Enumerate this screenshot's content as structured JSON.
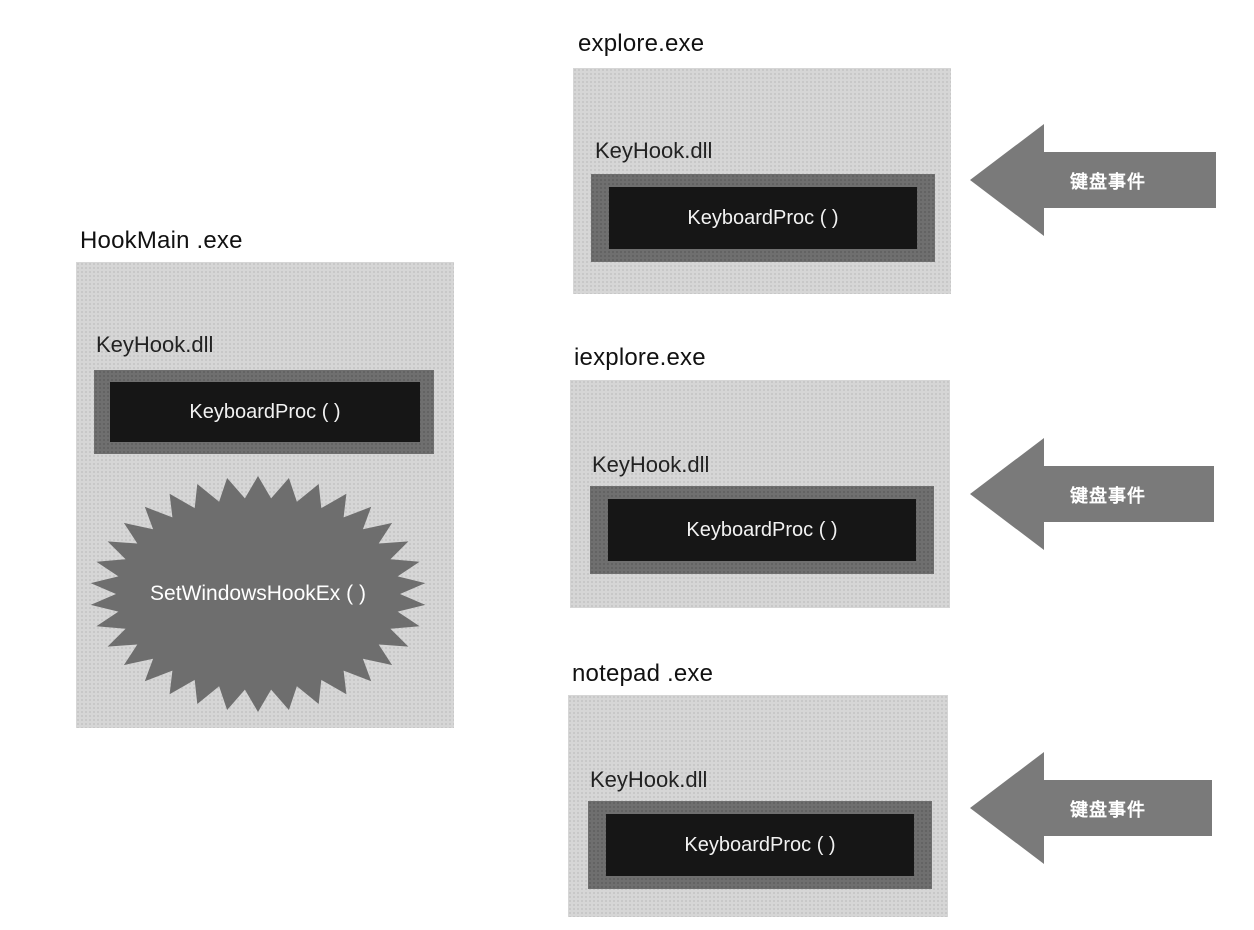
{
  "hook_main": {
    "label": "HookMain .exe",
    "dll_label": "KeyHook.dll",
    "func_label": "KeyboardProc ( )",
    "hook_call_label": "SetWindowsHookEx ( )"
  },
  "targets": [
    {
      "label": "explore.exe",
      "dll_label": "KeyHook.dll",
      "func_label": "KeyboardProc ( )",
      "event_label": "键盘事件"
    },
    {
      "label": "iexplore.exe",
      "dll_label": "KeyHook.dll",
      "func_label": "KeyboardProc ( )",
      "event_label": "键盘事件"
    },
    {
      "label": "notepad .exe",
      "dll_label": "KeyHook.dll",
      "func_label": "KeyboardProc ( )",
      "event_label": "键盘事件"
    }
  ],
  "colors": {
    "process_fill": "#d6d6d6",
    "dll_bar": "#6f6f6f",
    "func_fill": "#161616",
    "star_fill": "#6e6e6e",
    "arrow_fill": "#7a7a7a"
  }
}
